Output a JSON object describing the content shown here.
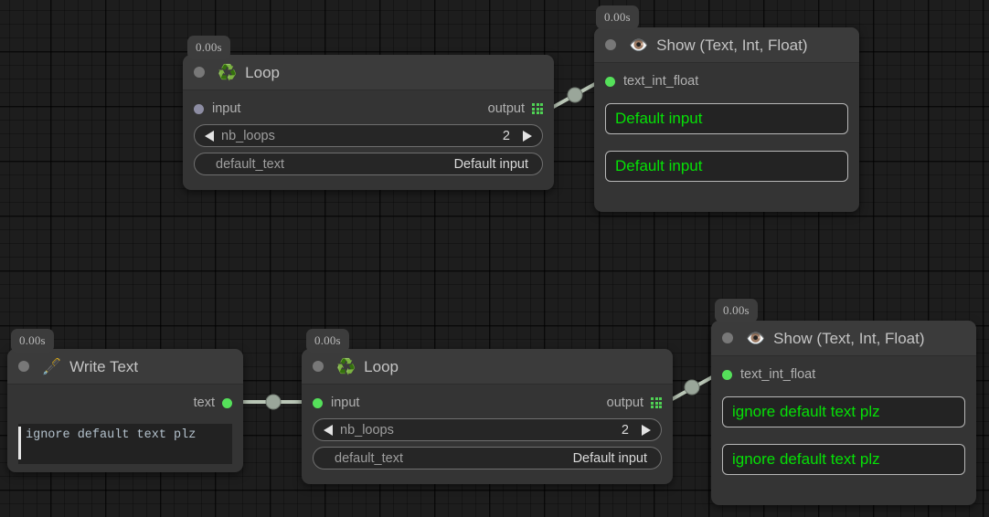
{
  "canvas": {
    "background": "#1d1d1d",
    "grid_minor": 15,
    "grid_major": 60
  },
  "nodes": [
    {
      "id": "loop-top",
      "type": "loop",
      "badge": "0.00s",
      "icon": "recycle-icon",
      "emoji": "♻️",
      "title": "Loop",
      "input_port": {
        "label": "input",
        "state": "unconnected",
        "color": "#8d8da3"
      },
      "output_port": {
        "label": "output",
        "icon": "list-grid-icon",
        "color": "#4fd154"
      },
      "fields": [
        {
          "name": "nb_loops",
          "value": "2",
          "kind": "stepper",
          "left_arrow": "◀",
          "right_arrow": "▶"
        },
        {
          "name": "default_text",
          "value": "Default input",
          "kind": "text"
        }
      ]
    },
    {
      "id": "show-top",
      "type": "show",
      "badge": "0.00s",
      "icon": "eye-icon",
      "emoji": "👁️",
      "title": "Show (Text, Int, Float)",
      "input_port": {
        "label": "text_int_float",
        "state": "connected",
        "color": "#55e05a"
      },
      "values": [
        "Default input",
        "Default input"
      ],
      "value_color": "#06e006"
    },
    {
      "id": "write-text",
      "type": "write-text",
      "badge": "0.00s",
      "icon": "fountain-pen-icon",
      "emoji": "🖋️",
      "title": "Write Text",
      "output_port": {
        "label": "text",
        "state": "connected",
        "color": "#55e05a"
      },
      "text_value": "ignore default text plz"
    },
    {
      "id": "loop-bottom",
      "type": "loop",
      "badge": "0.00s",
      "icon": "recycle-icon",
      "emoji": "♻️",
      "title": "Loop",
      "input_port": {
        "label": "input",
        "state": "connected",
        "color": "#55e05a"
      },
      "output_port": {
        "label": "output",
        "icon": "list-grid-icon",
        "color": "#4fd154"
      },
      "fields": [
        {
          "name": "nb_loops",
          "value": "2",
          "kind": "stepper",
          "left_arrow": "◀",
          "right_arrow": "▶"
        },
        {
          "name": "default_text",
          "value": "Default input",
          "kind": "text"
        }
      ]
    },
    {
      "id": "show-bottom",
      "type": "show",
      "badge": "0.00s",
      "icon": "eye-icon",
      "emoji": "👁️",
      "title": "Show (Text, Int, Float)",
      "input_port": {
        "label": "text_int_float",
        "state": "connected",
        "color": "#55e05a"
      },
      "values": [
        "ignore default text plz",
        "ignore default text plz"
      ],
      "value_color": "#06e006"
    }
  ],
  "edges": [
    {
      "id": "edge-loop-top-to-show-top",
      "from": "loop-top.output",
      "to": "show-top.text_int_float",
      "color": "#b9c6b6"
    },
    {
      "id": "edge-write-text-to-loop-bottom",
      "from": "write-text.text",
      "to": "loop-bottom.input",
      "color": "#b9c6b6"
    },
    {
      "id": "edge-loop-bottom-to-show-bottom",
      "from": "loop-bottom.output",
      "to": "show-bottom.text_int_float",
      "color": "#b9c6b6"
    }
  ]
}
